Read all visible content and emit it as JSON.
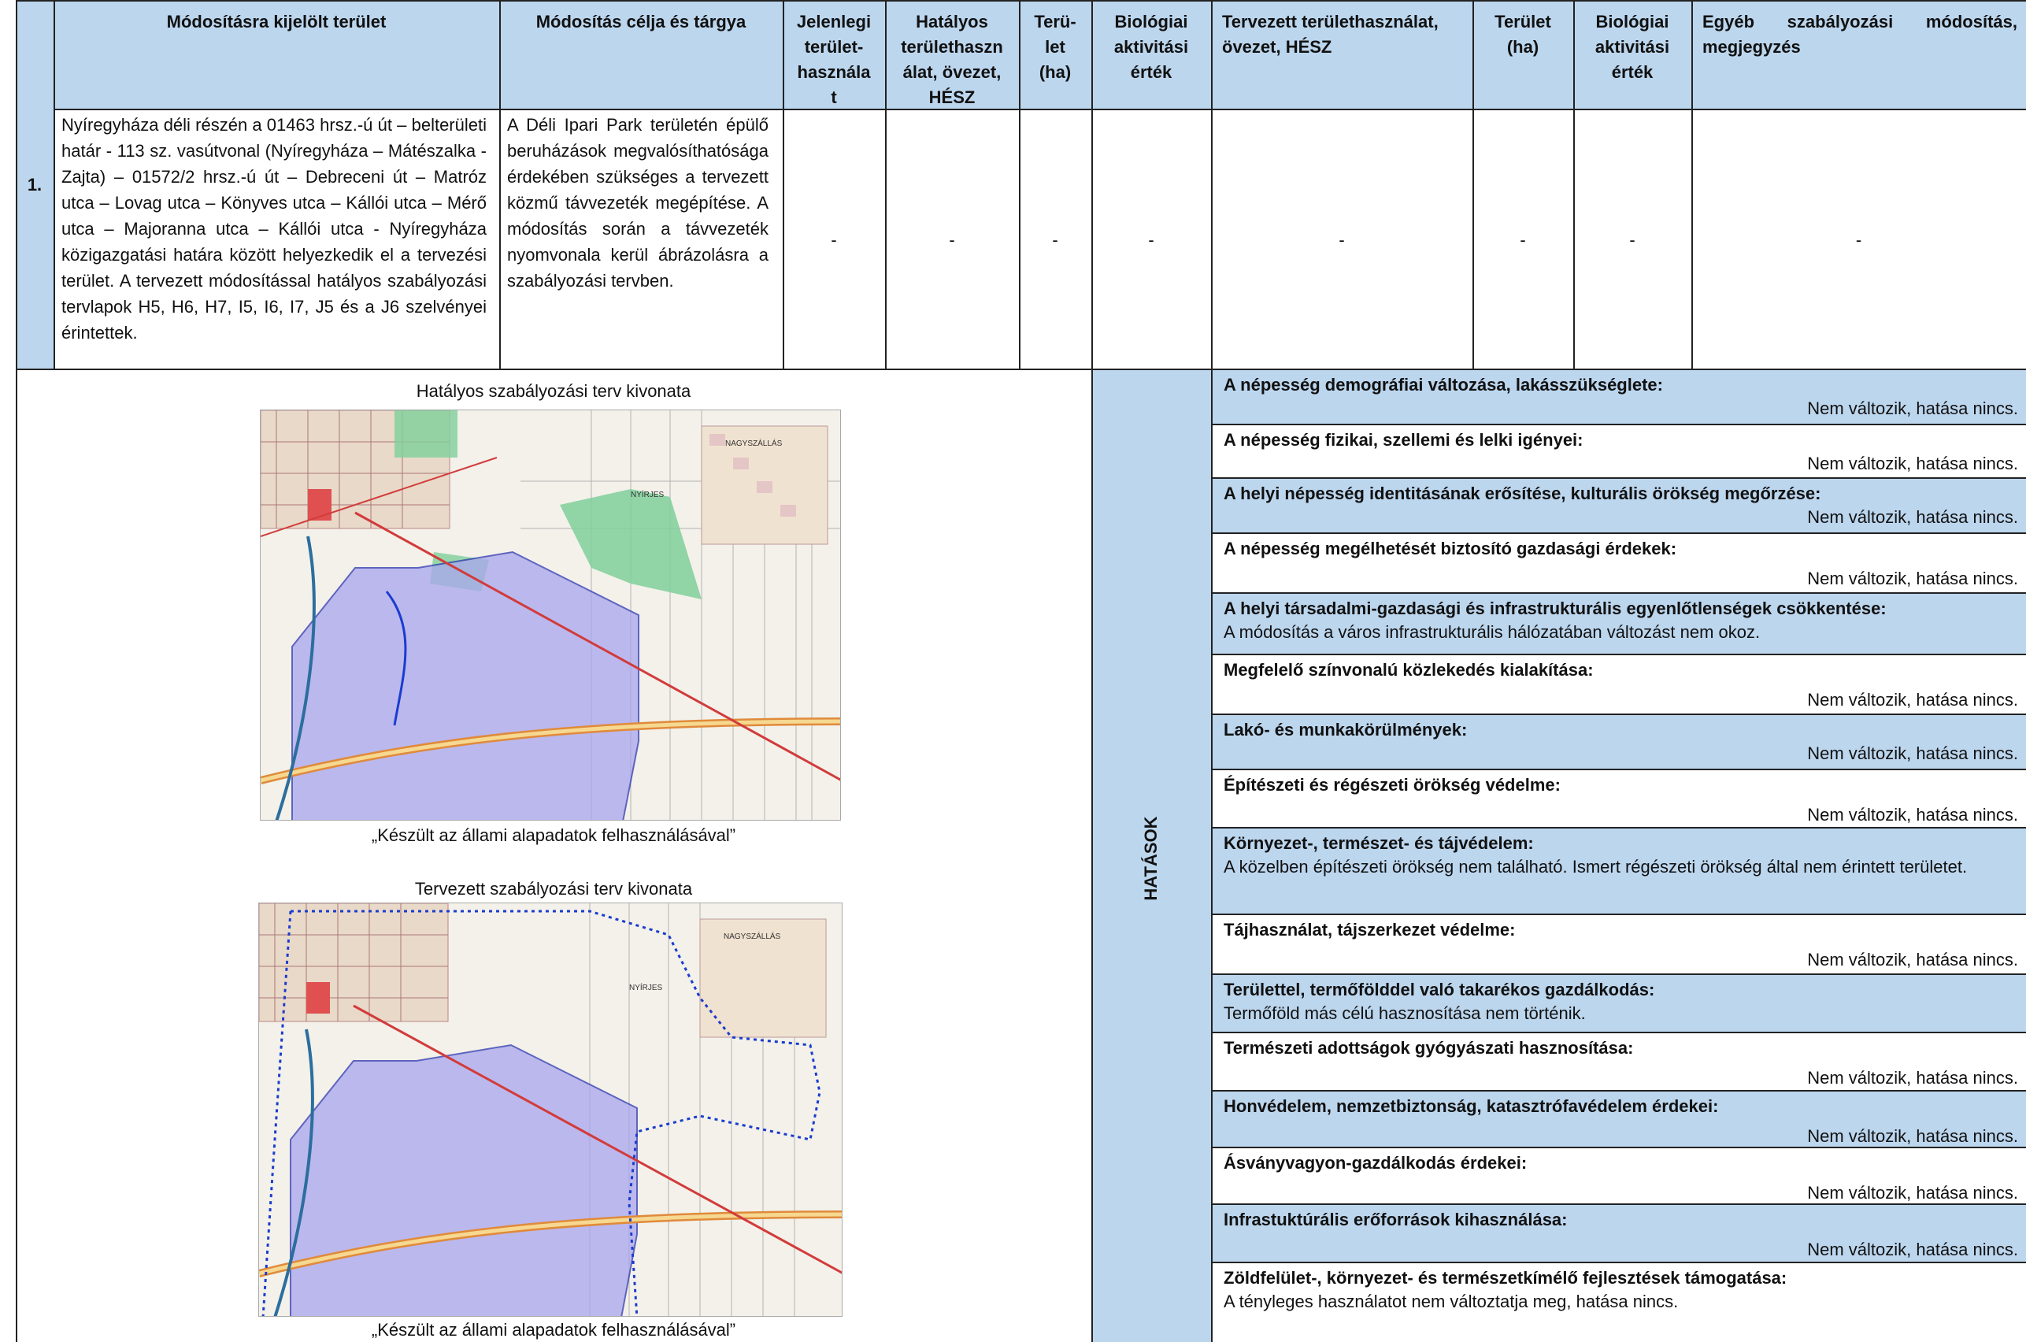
{
  "table_header": {
    "area": "Módosításra kijelölt terület",
    "purpose": "Módosítás célja és tárgya",
    "current_use": "Jelenlegi terület-használat",
    "current_use_lines": [
      "Jelenlegi",
      "terület-",
      "használa",
      "t"
    ],
    "valid_use_lines": [
      "Hatályos",
      "területhaszn",
      "álat, övezet,",
      "HÉSZ"
    ],
    "area_ha_lines": [
      "Terü-",
      "let",
      "(ha)"
    ],
    "bio_lines": [
      "Biológiai",
      "aktivitási",
      "érték"
    ],
    "planned_use_lines": [
      "Tervezett területhasználat,",
      "övezet, HÉSZ"
    ],
    "planned_area_lines": [
      "Terület",
      "(ha)"
    ],
    "bio2_lines": [
      "Biológiai",
      "aktivitási",
      "érték"
    ],
    "other_lines": [
      "Egyéb szabályozási módosítás,",
      "megjegyzés"
    ]
  },
  "row1": {
    "number": "1.",
    "area_description": "Nyíregyháza déli részén a 01463 hrsz.-ú út – belterületi határ - 113 sz. vasútvonal (Nyíregyháza – Mátészalka - Zajta) – 01572/2 hrsz.-ú út – Debreceni út – Matróz utca – Lovag utca – Könyves utca – Kállói utca – Mérő utca – Majoranna utca – Kállói utca - Nyíregyháza közigazgatási határa között helyezkedik el a tervezési terület. A tervezett módosítással hatályos szabályozási tervlapok H5, H6, H7, I5, I6, I7, J5 és a J6 szelvényei érintettek.",
    "purpose_description": "A Déli Ipari Park területén épülő beruházások megvalósíthatósága érdekében szükséges a tervezett közmű távvezeték megépítése. A módosítás során a távvezeték nyomvonala kerül ábrázolásra a szabályozási tervben.",
    "dash": "-"
  },
  "maps": {
    "valid_title": "Hatályos szabályozási terv kivonata",
    "planned_title": "Tervezett szabályozási terv kivonata",
    "caption": "„Készült az állami alapadatok felhasználásával”",
    "labels": [
      "NYÍRJES",
      "NAGYSZÁLLÁS"
    ]
  },
  "impacts": {
    "side_label": "HATÁSOK",
    "items": [
      {
        "title": "A népesség demográfiai változása, lakásszükséglete:",
        "value": "Nem változik, hatása nincs."
      },
      {
        "title": "A népesség fizikai, szellemi és lelki igényei:",
        "value": "Nem változik, hatása nincs."
      },
      {
        "title": "A helyi népesség identitásának erősítése, kulturális örökség megőrzése:",
        "value": "Nem változik, hatása nincs."
      },
      {
        "title": "A népesség megélhetését biztosító gazdasági érdekek:",
        "value": "Nem változik, hatása nincs."
      },
      {
        "title": "A helyi társadalmi-gazdasági és infrastrukturális egyenlőtlenségek csökkentése:",
        "value": "A módosítás a város infrastrukturális hálózatában változást nem okoz."
      },
      {
        "title": "Megfelelő színvonalú közlekedés kialakítása:",
        "value": "Nem változik, hatása nincs."
      },
      {
        "title": "Lakó- és munkakörülmények:",
        "value": "Nem változik, hatása nincs."
      },
      {
        "title": "Építészeti és régészeti örökség védelme:",
        "value": "Nem változik, hatása nincs."
      },
      {
        "title": "Környezet-, természet- és tájvédelem:",
        "value": "A közelben építészeti örökség nem található. Ismert régészeti örökség által nem érintett területet."
      },
      {
        "title": "Tájhasználat, tájszerkezet védelme:",
        "value": "Nem változik, hatása nincs."
      },
      {
        "title": "Területtel, termőfölddel való takarékos gazdálkodás:",
        "value": "Termőföld más célú hasznosítása nem történik."
      },
      {
        "title": "Természeti adottságok gyógyászati hasznosítása:",
        "value": "Nem változik, hatása nincs."
      },
      {
        "title": "Honvédelem, nemzetbiztonság, katasztrófavédelem érdekei:",
        "value": "Nem változik, hatása nincs."
      },
      {
        "title": "Ásványvagyon-gazdálkodás érdekei:",
        "value": "Nem változik, hatása nincs."
      },
      {
        "title": "Infrastuktúrális erőforrások kihasználása:",
        "value": "Nem változik, hatása nincs."
      },
      {
        "title": "Zöldfelület-, környezet- és természetkímélő fejlesztések támogatása:",
        "value": "A tényleges használatot nem változtatja meg, hatása nincs."
      }
    ]
  },
  "colors": {
    "header_fill": "#bcd6ee",
    "zone_purple": "#a9a6ee",
    "zone_green": "#7fcf9a",
    "boundary_blue": "#1a3ccf",
    "road_red": "#d23b3b"
  }
}
